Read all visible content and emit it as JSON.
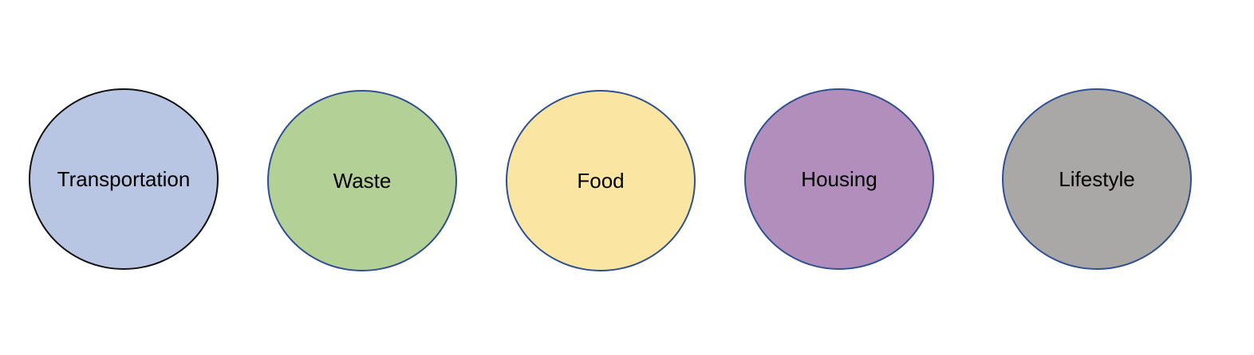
{
  "diagram": {
    "nodes": [
      {
        "label": "Transportation",
        "fill": "#b8c6e4",
        "border": "#111111"
      },
      {
        "label": "Waste",
        "fill": "#b3d196",
        "border": "#2f4f8f"
      },
      {
        "label": "Food",
        "fill": "#fae6a2",
        "border": "#2f4f8f"
      },
      {
        "label": "Housing",
        "fill": "#b28ebd",
        "border": "#2f4f8f"
      },
      {
        "label": "Lifestyle",
        "fill": "#a9a8a7",
        "border": "#2f4f8f"
      }
    ]
  }
}
